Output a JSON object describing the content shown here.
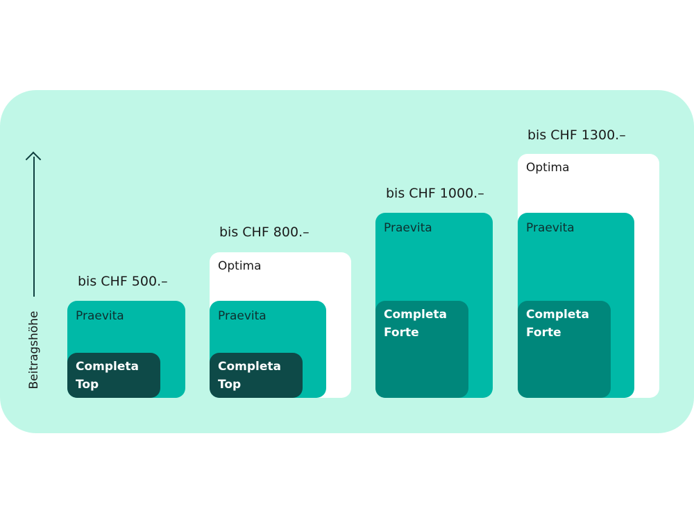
{
  "axis": {
    "label": "Beitragshöhe"
  },
  "colors": {
    "background_panel": "#c0f7e7",
    "optima": "#ffffff",
    "praevita": "#00b9a7",
    "completa_top": "#0e4a48",
    "completa_forte": "#00877b"
  },
  "columns": [
    {
      "price": "bis CHF 500.–",
      "praevita": "Praevita",
      "completa": "Completa\nTop"
    },
    {
      "price": "bis CHF 800.–",
      "optima": "Optima",
      "praevita": "Praevita",
      "completa": "Completa\nTop"
    },
    {
      "price": "bis CHF 1000.–",
      "praevita": "Praevita",
      "completa": "Completa\nForte"
    },
    {
      "price": "bis CHF 1300.–",
      "optima": "Optima",
      "praevita": "Praevita",
      "completa": "Completa\nForte"
    }
  ]
}
